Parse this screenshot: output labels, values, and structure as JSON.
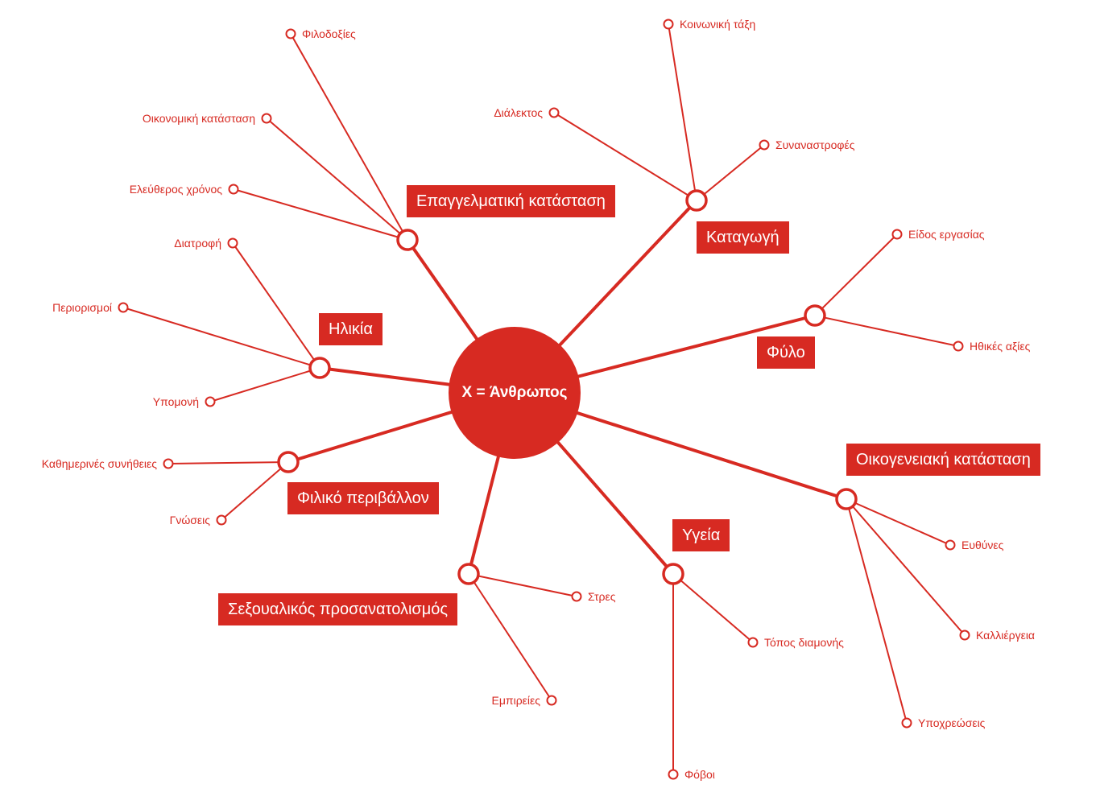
{
  "colors": {
    "accent": "#d72a22",
    "background": "#ffffff",
    "label_text": "#ffffff"
  },
  "center": {
    "label": "X = Άνθρωπος"
  },
  "categories": [
    {
      "id": "epaggelmatiki",
      "label": "Επαγγελματική κατάσταση",
      "leaves": [
        "Φιλοδοξίες",
        "Οικονομική κατάσταση",
        "Ελεύθερος χρόνος"
      ]
    },
    {
      "id": "katagogi",
      "label": "Καταγωγή",
      "leaves": [
        "Κοινωνική τάξη",
        "Διάλεκτος",
        "Συναναστροφές"
      ]
    },
    {
      "id": "fylo",
      "label": "Φύλο",
      "leaves": [
        "Είδος εργασίας",
        "Ηθικές αξίες"
      ]
    },
    {
      "id": "ilikia",
      "label": "Ηλικία",
      "leaves": [
        "Διατροφή",
        "Περιορισμοί",
        "Υπομονή"
      ]
    },
    {
      "id": "filiko",
      "label": "Φιλικό περιβάλλον",
      "leaves": [
        "Καθημερινές συνήθειες",
        "Γνώσεις"
      ]
    },
    {
      "id": "sexoualikos",
      "label": "Σεξουαλικός προσανατολισμός",
      "leaves": [
        "Στρες",
        "Εμπιρείες"
      ]
    },
    {
      "id": "ygeia",
      "label": "Υγεία",
      "leaves": [
        "Τόπος διαμονής",
        "Φόβοι"
      ]
    },
    {
      "id": "oikogeneiaki",
      "label": "Οικογενειακή κατάσταση",
      "leaves": [
        "Ευθύνες",
        "Καλλιέργεια",
        "Υποχρεώσεις"
      ]
    }
  ]
}
